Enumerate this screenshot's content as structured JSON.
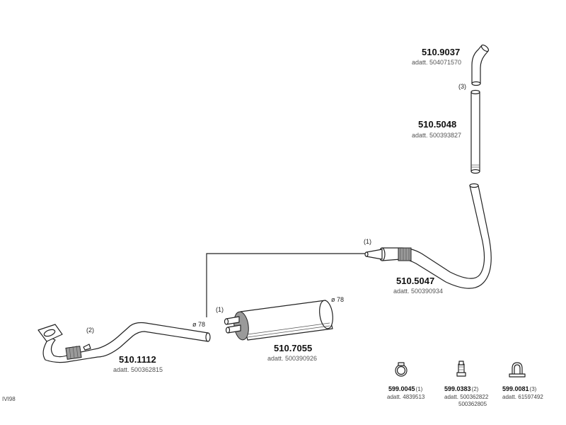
{
  "parts": {
    "p9037": {
      "number": "510.9037",
      "adatt": "adatt. 504071570"
    },
    "p5048": {
      "number": "510.5048",
      "adatt": "adatt. 500393827",
      "note": "(3)"
    },
    "p5047": {
      "number": "510.5047",
      "adatt": "adatt. 500390934",
      "note": "(1)"
    },
    "p7055": {
      "number": "510.7055",
      "adatt": "adatt. 500390926",
      "note": "(1)",
      "diameter_right": "ø 78"
    },
    "p1112": {
      "number": "510.1112",
      "adatt": "adatt. 500362815",
      "note": "(2)",
      "diameter": "ø 78"
    }
  },
  "hardware": [
    {
      "number": "599.0045",
      "qty": "(1)",
      "adatt": "adatt. 4839513",
      "adatt2": ""
    },
    {
      "number": "599.0383",
      "qty": "(2)",
      "adatt": "adatt. 500362822",
      "adatt2": "500362805"
    },
    {
      "number": "599.0081",
      "qty": "(3)",
      "adatt": "adatt. 61597492",
      "adatt2": ""
    }
  ],
  "footer": {
    "code": "IVI98"
  }
}
